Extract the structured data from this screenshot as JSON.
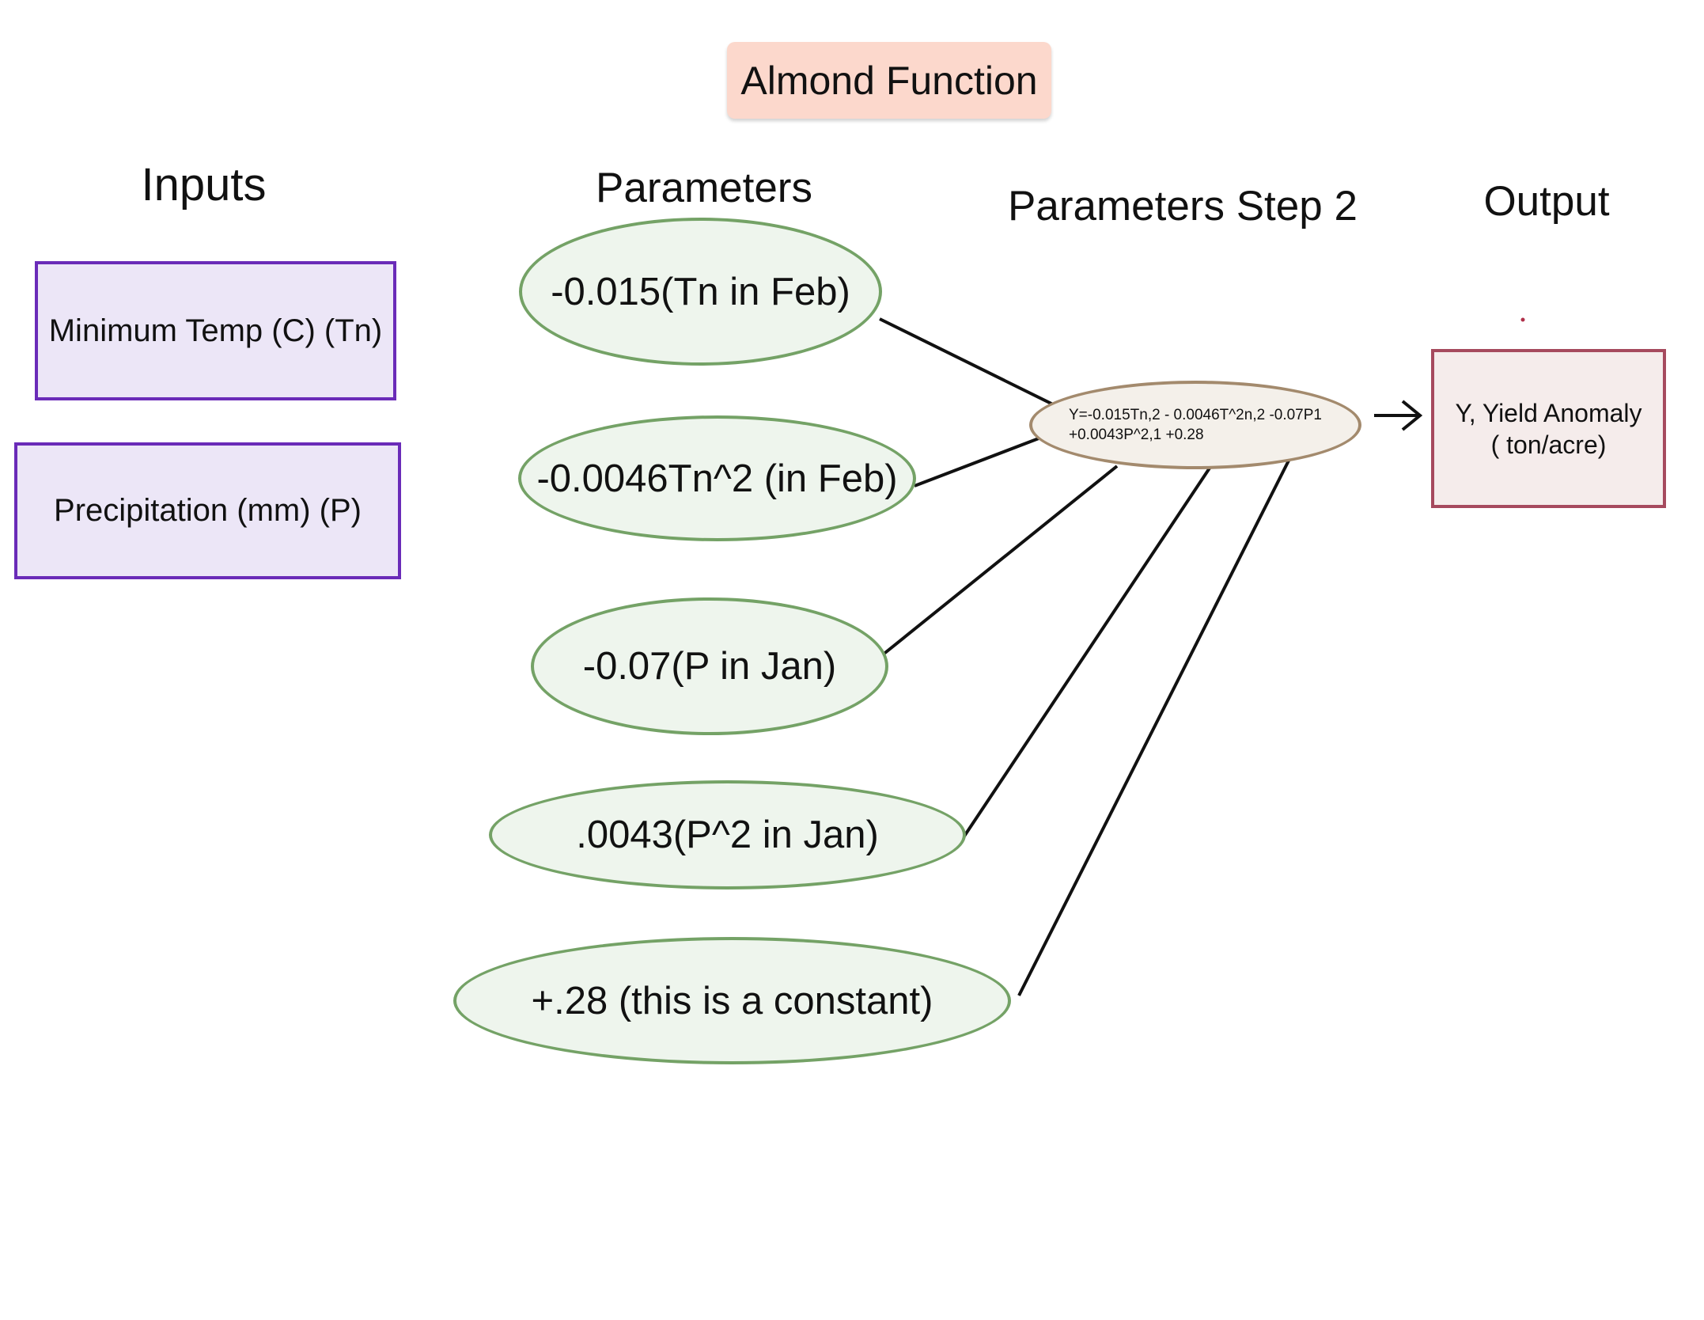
{
  "title": "Almond Function",
  "headings": {
    "inputs": "Inputs",
    "parameters": "Parameters",
    "parameters_step2": "Parameters Step 2",
    "output": "Output"
  },
  "inputs": [
    "Minimum Temp (C) (Tn)",
    "Precipitation (mm) (P)"
  ],
  "parameters": [
    "-0.015(Tn in Feb)",
    "-0.0046Tn^2 (in Feb)",
    "-0.07(P in Jan)",
    ".0043(P^2 in Jan)",
    "+.28 (this is a constant)"
  ],
  "equation": {
    "line1": "Y=-0.015Tn,2 - 0.0046T^2n,2 -0.07P1",
    "line2": "+0.0043P^2,1 +0.28"
  },
  "output": {
    "line1": "Y, Yield Anomaly",
    "line2": "( ton/acre)"
  },
  "colors": {
    "input_border": "#6a2bb8",
    "input_fill": "#ece6f7",
    "param_border": "#74a266",
    "param_fill": "#eef5ed",
    "equation_border": "#a38a6d",
    "output_border": "#a64a5e",
    "title_fill": "#fcd8cc"
  }
}
